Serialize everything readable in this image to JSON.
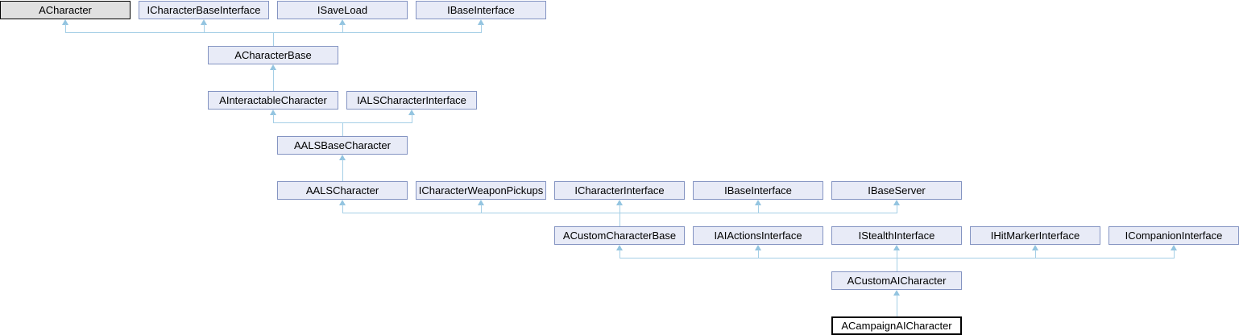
{
  "diagram": {
    "type": "class-inheritance-graph",
    "nodes": [
      {
        "label": "ACharacter",
        "style": "external"
      },
      {
        "label": "ICharacterBaseInterface",
        "style": "normal"
      },
      {
        "label": "ISaveLoad",
        "style": "normal"
      },
      {
        "label": "IBaseInterface",
        "style": "normal"
      },
      {
        "label": "ACharacterBase",
        "style": "normal"
      },
      {
        "label": "AInteractableCharacter",
        "style": "normal"
      },
      {
        "label": "IALSCharacterInterface",
        "style": "normal"
      },
      {
        "label": "AALSBaseCharacter",
        "style": "normal"
      },
      {
        "label": "AALSCharacter",
        "style": "normal"
      },
      {
        "label": "ICharacterWeaponPickups",
        "style": "normal"
      },
      {
        "label": "ICharacterInterface",
        "style": "normal"
      },
      {
        "label": "IBaseInterface",
        "style": "normal"
      },
      {
        "label": "IBaseServer",
        "style": "normal"
      },
      {
        "label": "ACustomCharacterBase",
        "style": "normal"
      },
      {
        "label": "IAIActionsInterface",
        "style": "normal"
      },
      {
        "label": "IStealthInterface",
        "style": "normal"
      },
      {
        "label": "IHitMarkerInterface",
        "style": "normal"
      },
      {
        "label": "ICompanionInterface",
        "style": "normal"
      },
      {
        "label": "ACustomAICharacter",
        "style": "normal"
      },
      {
        "label": "ACampaignAICharacter",
        "style": "current"
      }
    ],
    "inheritance_edges": [
      {
        "derived": "ACharacterBase",
        "bases": [
          "ACharacter",
          "ICharacterBaseInterface",
          "ISaveLoad",
          "IBaseInterface"
        ]
      },
      {
        "derived": "AInteractableCharacter",
        "bases": [
          "ACharacterBase"
        ]
      },
      {
        "derived": "AALSBaseCharacter",
        "bases": [
          "AInteractableCharacter",
          "IALSCharacterInterface"
        ]
      },
      {
        "derived": "AALSCharacter",
        "bases": [
          "AALSBaseCharacter"
        ]
      },
      {
        "derived": "ACustomCharacterBase",
        "bases": [
          "AALSCharacter",
          "ICharacterWeaponPickups",
          "ICharacterInterface",
          "IBaseInterface",
          "IBaseServer"
        ]
      },
      {
        "derived": "ACustomAICharacter",
        "bases": [
          "ACustomCharacterBase",
          "IAIActionsInterface",
          "IStealthInterface",
          "IHitMarkerInterface",
          "ICompanionInterface"
        ]
      },
      {
        "derived": "ACampaignAICharacter",
        "bases": [
          "ACustomAICharacter"
        ]
      }
    ],
    "colors": {
      "background": "#ffffff",
      "node_fill": "#e8ebf7",
      "node_border": "#8494c2",
      "external_fill": "#e0e0e0",
      "external_border": "#000000",
      "current_fill": "#ffffff",
      "current_border": "#000000",
      "edge": "#a5cfe6",
      "arrowhead": "#93c4e0",
      "text": "#000000"
    }
  }
}
